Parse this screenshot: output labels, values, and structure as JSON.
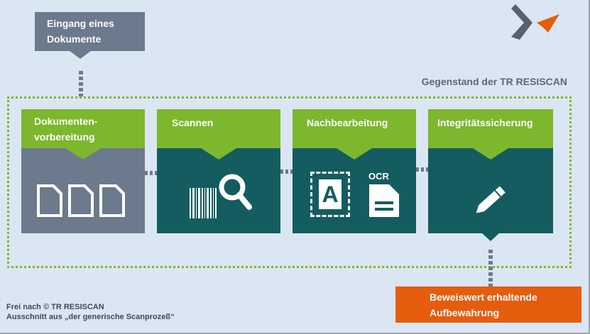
{
  "input_box": {
    "line1": "Eingang eines",
    "line2": "Dokumente"
  },
  "scope_label": "Gegenstand der TR RESISCAN",
  "steps": [
    {
      "line1": "Dokumenten-",
      "line2": "vorbereitung"
    },
    {
      "line1": "Scannen"
    },
    {
      "line1": "Nachbearbeitung"
    },
    {
      "line1": "Integritätssicherung"
    }
  ],
  "ocr_label": "OCR",
  "ocr_letter": "A",
  "output_box": {
    "line1": "Beweiswert erhaltende",
    "line2": "Aufbewahrung"
  },
  "credits": {
    "line1": "Frei nach © TR RESISCAN",
    "line2": "Ausschnitt aus „der generische Scanprozeß“"
  },
  "colors": {
    "green": "#7cb72d",
    "teal": "#145c5f",
    "slate": "#6b7a8c",
    "orange": "#e65c0d",
    "background": "#dbe6f3"
  }
}
